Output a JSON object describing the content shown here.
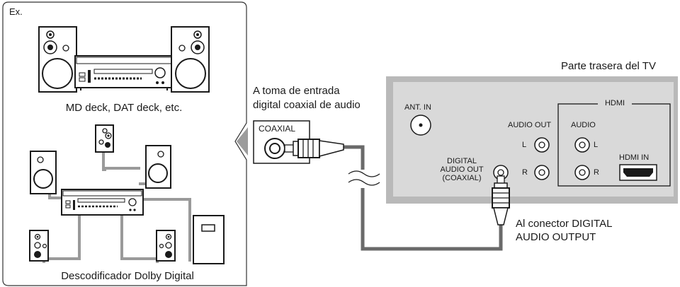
{
  "equipment_panel": {
    "example_label": "Ex.",
    "stereo_caption": "MD deck, DAT deck, etc.",
    "surround_caption": "Descodificador Dolby Digital"
  },
  "input": {
    "caption_line1": "A toma de entrada",
    "caption_line2": "digital coaxial de audio",
    "coaxial_label": "COAXIAL"
  },
  "tv": {
    "rear_title": "Parte trasera del TV",
    "ant_in": "ANT. IN",
    "audio_out": "AUDIO OUT",
    "audio_out_l": "L",
    "audio_out_r": "R",
    "digital_line1": "DIGITAL",
    "digital_line2": "AUDIO OUT",
    "digital_line3": "(COAXIAL)",
    "hdmi_group": "HDMI",
    "hdmi_audio": "AUDIO",
    "hdmi_l": "L",
    "hdmi_r": "R",
    "hdmi_in": "HDMI IN"
  },
  "output": {
    "caption_line1": "Al conector DIGITAL",
    "caption_line2": "AUDIO OUTPUT"
  },
  "colors": {
    "tv_panel": "#d9d9d9",
    "cable": "#6a6a6a",
    "wires": "#9a9a9a",
    "outline": "#1a1a1a"
  }
}
